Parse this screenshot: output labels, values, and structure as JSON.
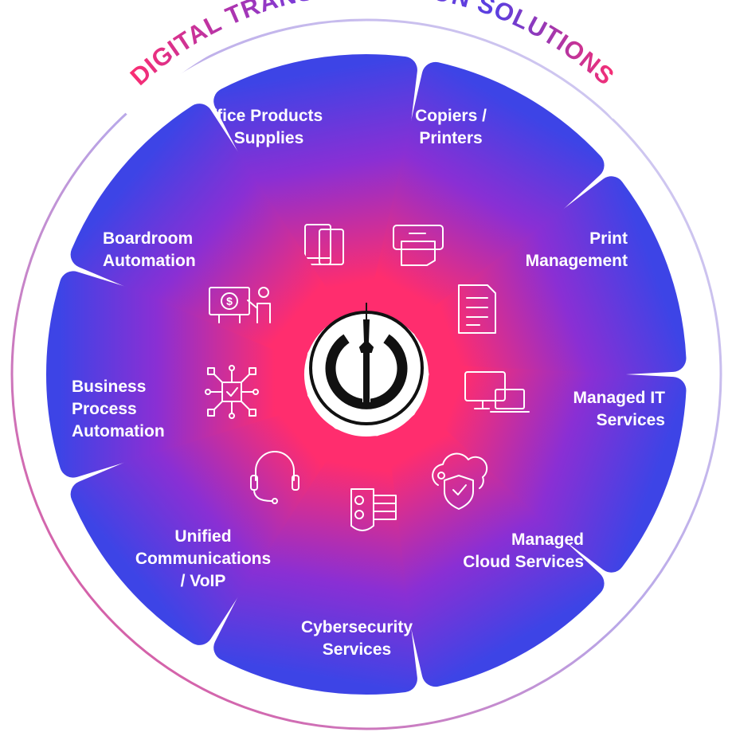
{
  "title": "DIGITAL TRANSFORMATION SOLUTIONS",
  "colors": {
    "pink": "#ff2d6e",
    "purple": "#8a2fd4",
    "blue": "#3d44e6",
    "dark": "#111111"
  },
  "segments": [
    {
      "id": "office-products",
      "lines": [
        "Office Products",
        "& Supplies"
      ],
      "icon": "tablet-devices-icon"
    },
    {
      "id": "copiers-printers",
      "lines": [
        "Copiers /",
        "Printers"
      ],
      "icon": "printer-icon"
    },
    {
      "id": "print-management",
      "lines": [
        "Print",
        "Management"
      ],
      "icon": "document-icon"
    },
    {
      "id": "managed-it",
      "lines": [
        "Managed IT",
        "Services"
      ],
      "icon": "monitor-laptop-icon"
    },
    {
      "id": "managed-cloud",
      "lines": [
        "Managed",
        "Cloud Services"
      ],
      "icon": "cloud-shield-icon"
    },
    {
      "id": "cybersecurity",
      "lines": [
        "Cybersecurity",
        "Services"
      ],
      "icon": "security-checklist-icon"
    },
    {
      "id": "unified-comms",
      "lines": [
        "Unified",
        "Communications",
        "/ VoIP"
      ],
      "icon": "headset-icon"
    },
    {
      "id": "business-process",
      "lines": [
        "Business",
        "Process",
        "Automation"
      ],
      "icon": "circuit-chip-icon"
    },
    {
      "id": "boardroom",
      "lines": [
        "Boardroom",
        "Automation"
      ],
      "icon": "presentation-icon"
    }
  ]
}
